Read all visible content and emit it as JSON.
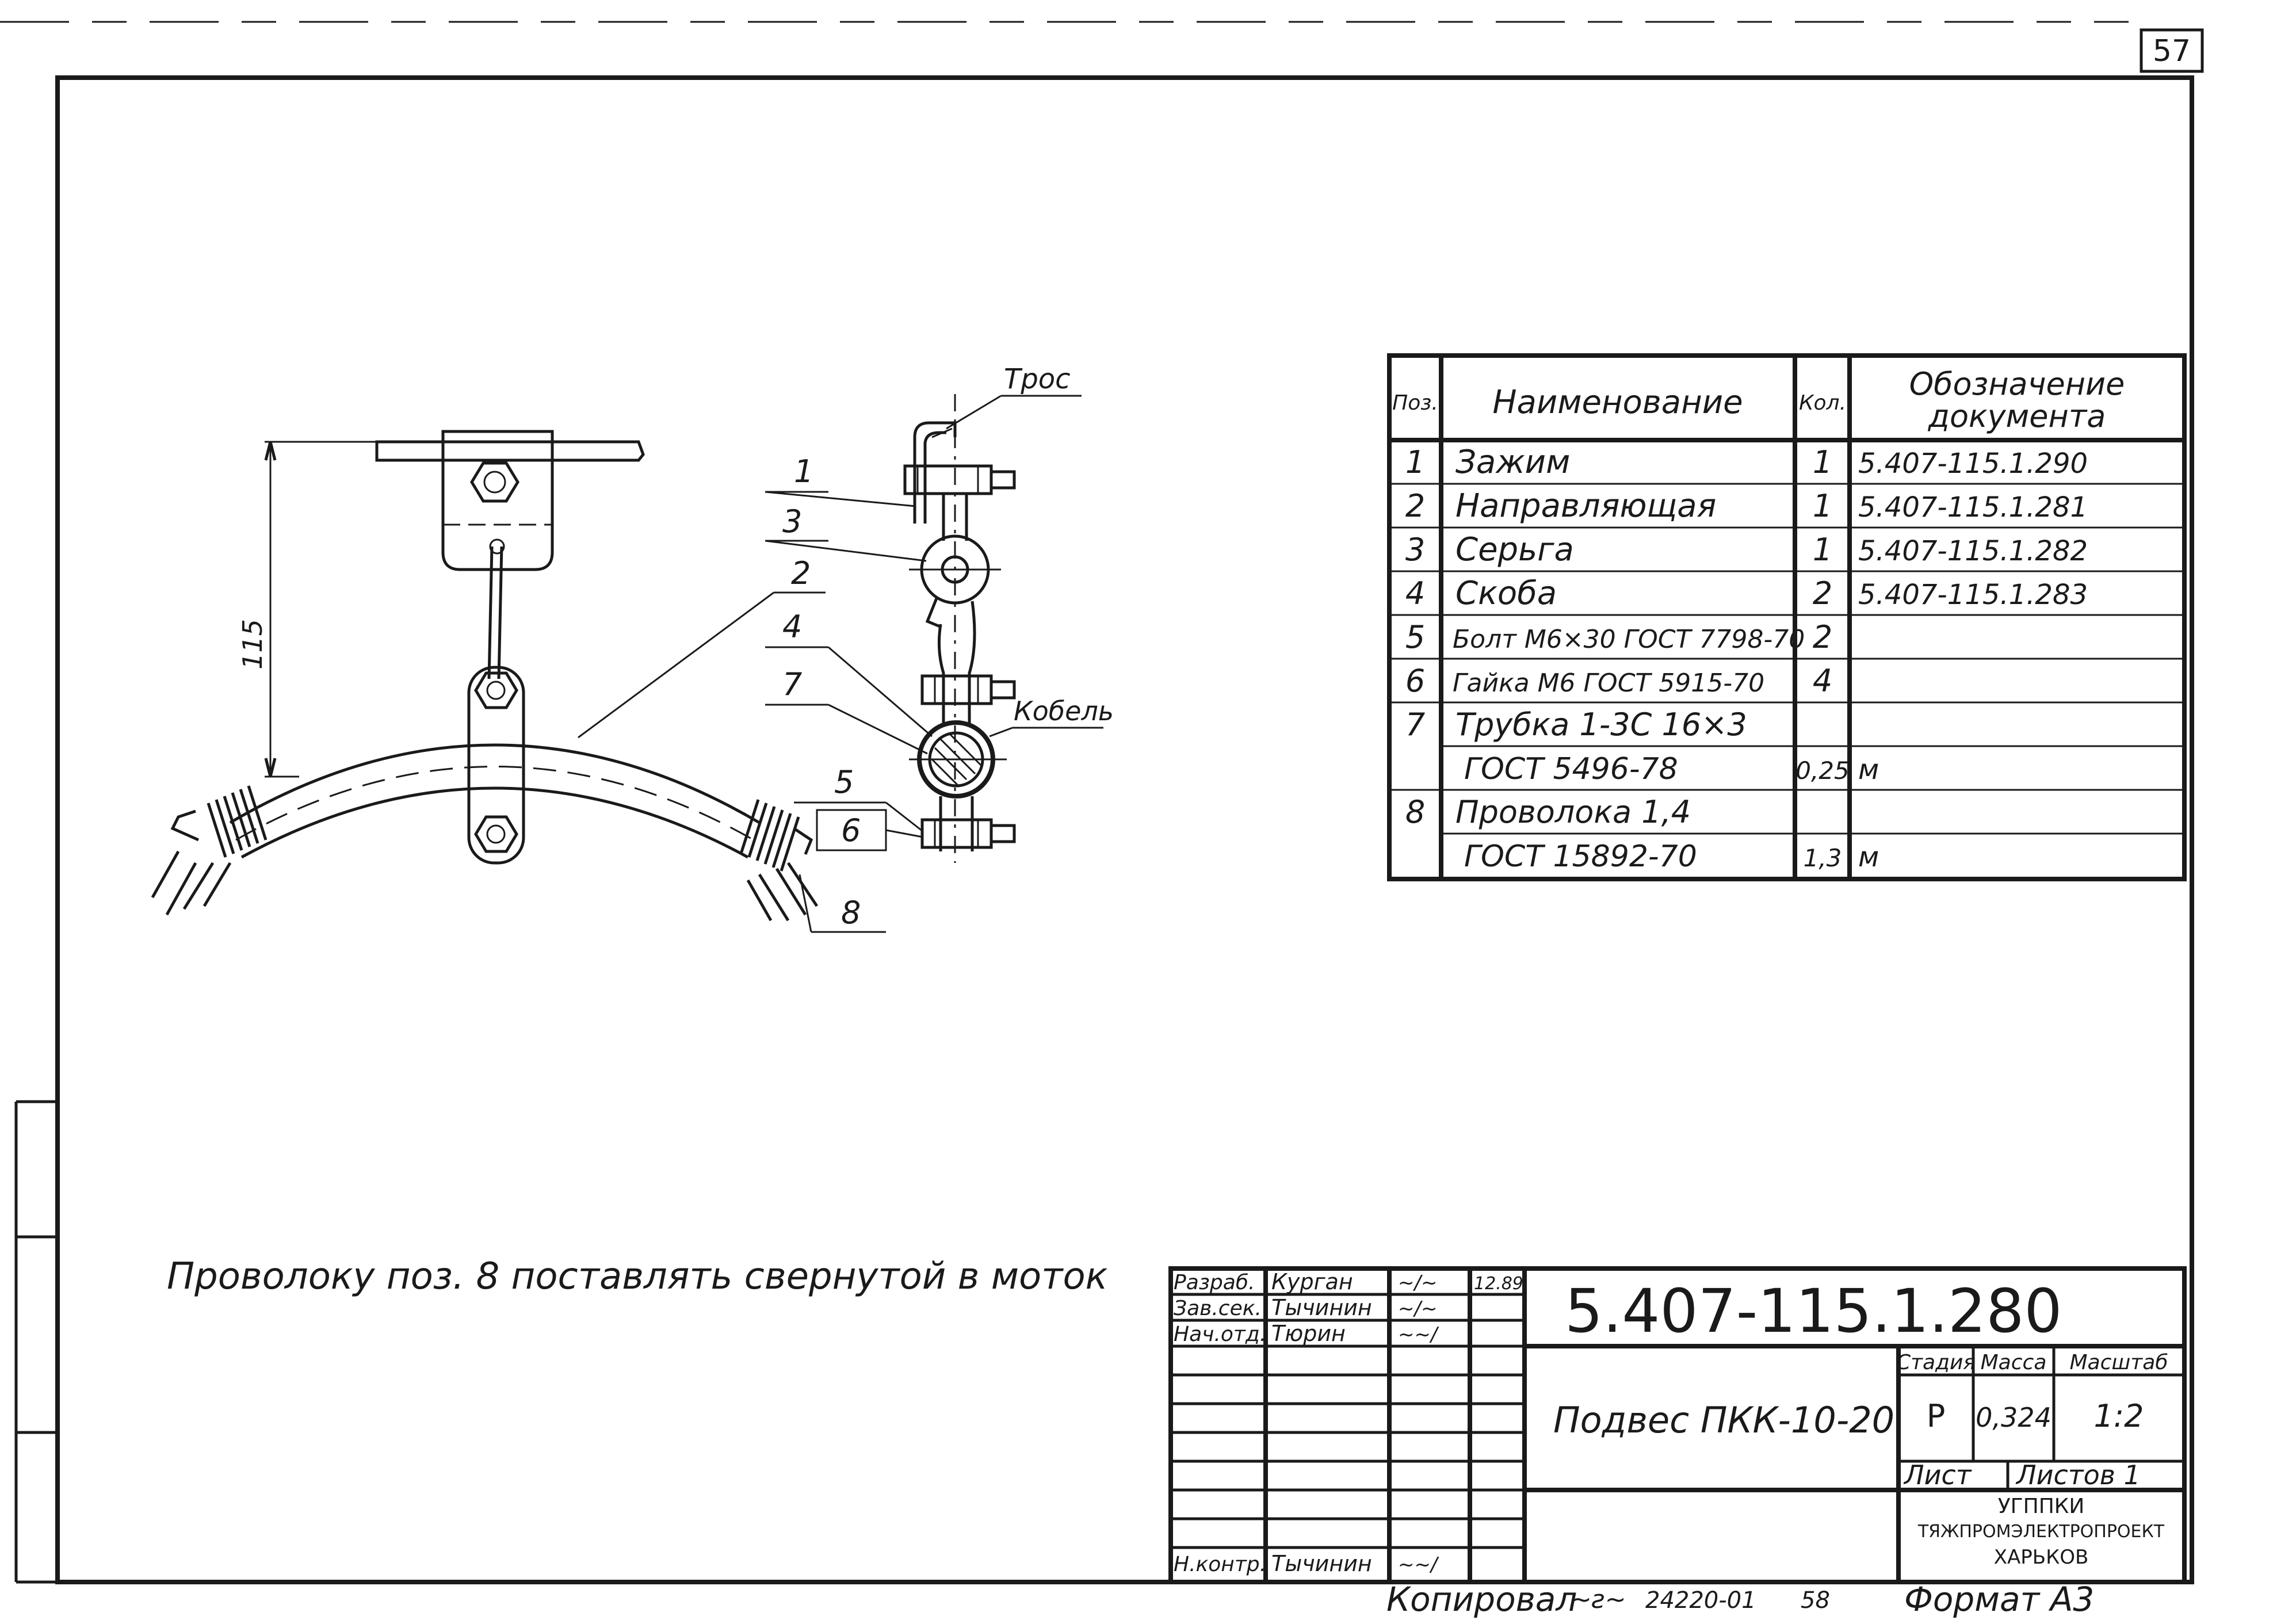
{
  "sheet_number": "57",
  "callouts": {
    "tros": "Трос",
    "kabel": "Кобель",
    "dimension": "115",
    "positions": [
      "1",
      "3",
      "2",
      "4",
      "7",
      "5",
      "6",
      "8"
    ]
  },
  "spec_table": {
    "headers": {
      "pos": "Поз.",
      "name": "Наименование",
      "qty": "Кол.",
      "doc_line1": "Обозначение",
      "doc_line2": "документа"
    },
    "rows": [
      {
        "pos": "1",
        "name": "Зажим",
        "qty": "1",
        "doc": "5.407-115.1.290"
      },
      {
        "pos": "2",
        "name": "Направляющая",
        "qty": "1",
        "doc": "5.407-115.1.281"
      },
      {
        "pos": "3",
        "name": "Серьга",
        "qty": "1",
        "doc": "5.407-115.1.282"
      },
      {
        "pos": "4",
        "name": "Скоба",
        "qty": "2",
        "doc": "5.407-115.1.283"
      },
      {
        "pos": "5",
        "name": "Болт М6×30 ГОСТ 7798-70",
        "qty": "2",
        "doc": ""
      },
      {
        "pos": "6",
        "name": "Гайка М6 ГОСТ 5915-70",
        "qty": "4",
        "doc": ""
      },
      {
        "pos": "7",
        "name": "Трубка 1-3С 16×3",
        "qty": "",
        "doc": ""
      },
      {
        "pos": "",
        "name": "ГОСТ 5496-78",
        "qty": "0,25",
        "doc": "м"
      },
      {
        "pos": "8",
        "name": "Проволока 1,4",
        "qty": "",
        "doc": ""
      },
      {
        "pos": "",
        "name": "ГОСТ 15892-70",
        "qty": "1,3",
        "doc": "м"
      }
    ]
  },
  "note": "Проволоку поз. 8 поставлять свернутой в моток",
  "title_block": {
    "designation": "5.407-115.1.280",
    "product_name": "Подвес ПКК-10-20",
    "roles": [
      {
        "role": "Разраб.",
        "name": "Курган",
        "date": "12.89"
      },
      {
        "role": "Зав.сек.",
        "name": "Тычинин",
        "date": ""
      },
      {
        "role": "Нач.отд.",
        "name": "Тюрин",
        "date": ""
      },
      {
        "role": "Н.контр.",
        "name": "Тычинин",
        "date": ""
      }
    ],
    "stage_label": "Стадия",
    "mass_label": "Масса",
    "scale_label": "Масштаб",
    "stage": "Р",
    "mass": "0,324",
    "scale": "1:2",
    "sheet_label": "Лист",
    "sheets_label": "Листов 1",
    "org_line1": "УГППКИ",
    "org_line2": "ТЯЖПРОМЭЛЕКТРОПРОЕКТ",
    "org_line3": "ХАРЬКОВ"
  },
  "footer": {
    "copied": "Копировал",
    "order": "24220-01",
    "page": "58",
    "format": "Формат А3"
  }
}
